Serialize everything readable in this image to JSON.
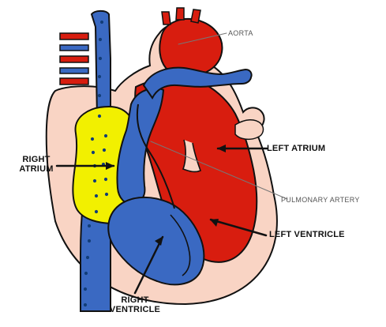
{
  "labels": {
    "aorta": "AORTA",
    "left_atrium": "LEFT ATRIUM",
    "right_atrium_line1": "RIGHT",
    "right_atrium_line2": "ATRIUM",
    "pulmonary_artery": "PULMONARY ARTERY",
    "left_ventricle": "LEFT VENTRICLE",
    "right_ventricle_line1": "RIGHT",
    "right_ventricle_line2": "VENTRICLE"
  },
  "colors": {
    "outer_tissue": "#f9d4c4",
    "oxygenated_blood": "#d81d0f",
    "deoxygenated_blood": "#3a69c2",
    "right_atrium_fill": "#f2f000",
    "outline": "#111111",
    "dots": "#123d78"
  }
}
